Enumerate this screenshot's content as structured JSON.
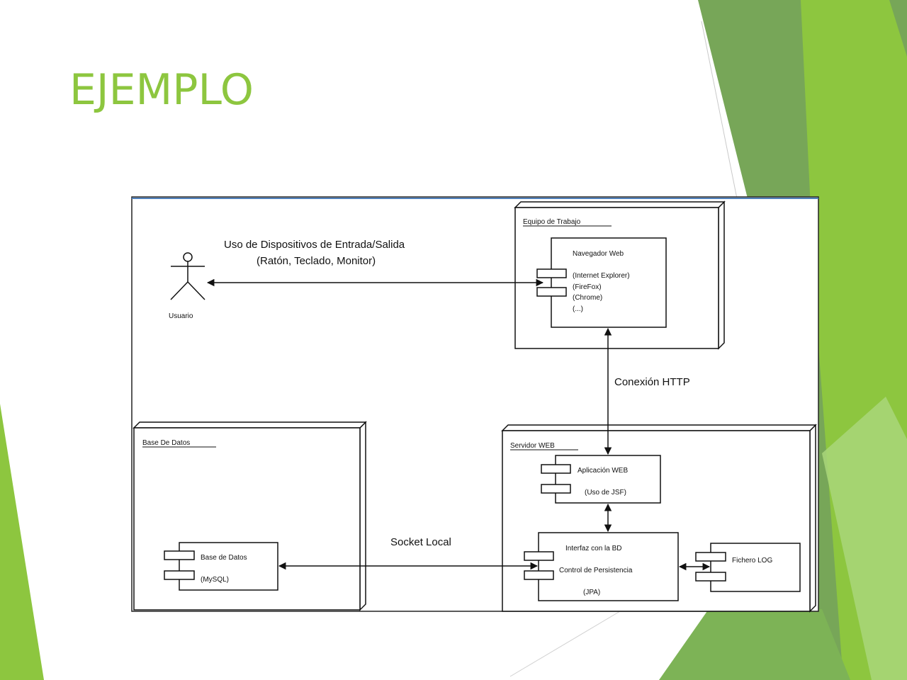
{
  "slide": {
    "title": "EJEMPLO",
    "accent_color": "#8dc63f"
  },
  "diagram": {
    "actor": {
      "label": "Usuario"
    },
    "edge_labels": {
      "io_devices_line1": "Uso de Dispositivos de Entrada/Salida",
      "io_devices_line2": "(Ratón, Teclado, Monitor)",
      "http": "Conexión HTTP",
      "socket": "Socket Local"
    },
    "nodes": {
      "workstation": {
        "label": "Equipo de Trabajo",
        "component": {
          "name": "Navegador Web",
          "items": [
            "(Internet Explorer)",
            "(FireFox)",
            "(Chrome)",
            "(...)"
          ]
        }
      },
      "database_node": {
        "label": "Base De Datos",
        "component": {
          "name": "Base de Datos",
          "detail": "(MySQL)"
        }
      },
      "web_server": {
        "label": "Servidor WEB",
        "web_app": {
          "name": "Aplicación WEB",
          "detail": "(Uso de JSF)"
        },
        "persistence": {
          "line1": "Interfaz con la BD",
          "line2": "Control de Persistencia",
          "line3": "(JPA)"
        },
        "log": {
          "name": "Fichero LOG"
        }
      }
    }
  }
}
